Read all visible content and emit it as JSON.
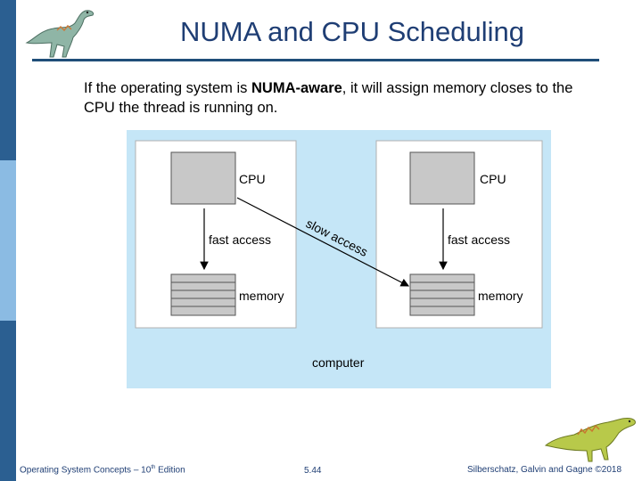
{
  "slide": {
    "title": "NUMA and CPU Scheduling",
    "body_prefix": "If the operating system is ",
    "body_bold": "NUMA-aware",
    "body_suffix": ", it will assign memory closes to the CPU the thread is running on."
  },
  "diagram": {
    "left_cpu_label": "CPU",
    "left_fast_label": "fast access",
    "left_memory_label": "memory",
    "right_cpu_label": "CPU",
    "right_fast_label": "fast access",
    "right_memory_label": "memory",
    "slow_label": "slow access",
    "computer_label": "computer"
  },
  "footer": {
    "book_prefix": "Operating System Concepts – 10",
    "book_sup": "th",
    "book_suffix": " Edition",
    "page": "5.44",
    "copyright": "Silberschatz, Galvin and Gagne ©2018"
  },
  "colors": {
    "title": "#1f3e74",
    "rule": "#1f4e79",
    "diagram_bg": "#c5e6f7",
    "box_fill": "#c8c8c8",
    "sidebar_dark": "#2b5f91",
    "sidebar_light": "#8bbbe3"
  }
}
